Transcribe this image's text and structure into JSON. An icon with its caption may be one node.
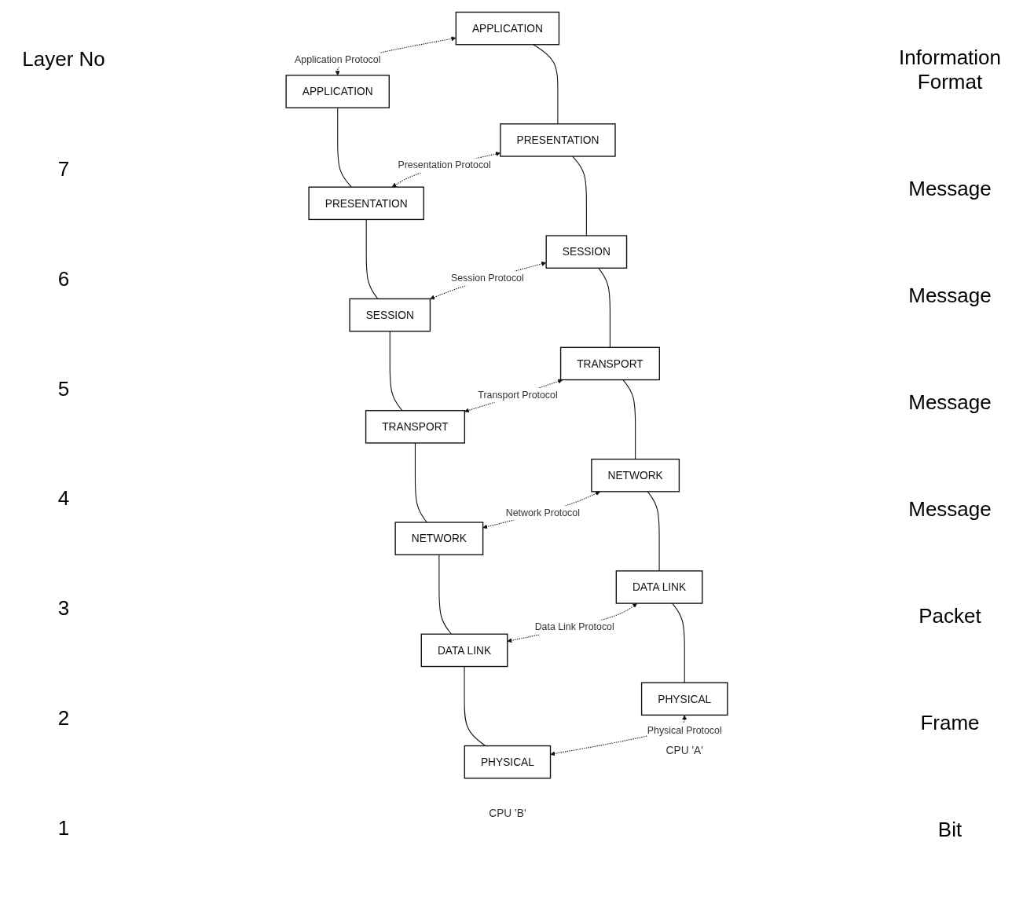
{
  "diagram": {
    "nodes": [
      {
        "text": [
          "APPLICATION"
        ]
      },
      {
        "text": [
          "PRESENTATION"
        ]
      },
      {
        "text": [
          "SESSION"
        ]
      },
      {
        "text": [
          "TRANSPORT"
        ]
      },
      {
        "text": [
          "NETWORK"
        ]
      },
      {
        "text": [
          "DATA LINK"
        ]
      },
      {
        "text": [
          "PHYSICAL"
        ],
        "beside": [
          "CPU 'A'"
        ]
      },
      {
        "text": [
          "APPLICATION"
        ]
      },
      {
        "text": [
          "PRESENTATION"
        ]
      },
      {
        "text": [
          "SESSION"
        ]
      },
      {
        "text": [
          "TRANSPORT"
        ]
      },
      {
        "text": [
          "NETWORK"
        ]
      },
      {
        "text": [
          "DATA LINK"
        ]
      },
      {
        "text": [
          "PHYSICAL"
        ],
        "beside": [
          "CPU 'B'"
        ]
      }
    ],
    "edges": [
      {
        "from": 0,
        "to": 1,
        "arrow": "none"
      },
      {
        "from": 1,
        "to": 2,
        "arrow": "none"
      },
      {
        "from": 2,
        "to": 3,
        "arrow": "none"
      },
      {
        "from": 3,
        "to": 4,
        "arrow": "none"
      },
      {
        "from": 4,
        "to": 5,
        "arrow": "none"
      },
      {
        "from": 5,
        "to": 6,
        "arrow": "none"
      },
      {
        "from": 7,
        "to": 8,
        "arrow": "none"
      },
      {
        "from": 8,
        "to": 9,
        "arrow": "none"
      },
      {
        "from": 9,
        "to": 10,
        "arrow": "none"
      },
      {
        "from": 10,
        "to": 11,
        "arrow": "none"
      },
      {
        "from": 11,
        "to": 12,
        "arrow": "none"
      },
      {
        "from": 12,
        "to": 13,
        "arrow": "none"
      },
      {
        "from": 0,
        "to": 7,
        "arrow": "both",
        "style": "dashed",
        "label": "Application Protocol"
      },
      {
        "from": 1,
        "to": 8,
        "arrow": "both",
        "style": "dashed",
        "label": "Presentation Protocol"
      },
      {
        "from": 2,
        "to": 9,
        "arrow": "both",
        "style": "dashed",
        "label": "Session Protocol"
      },
      {
        "from": 3,
        "to": 10,
        "arrow": "both",
        "style": "dashed",
        "label": "Transport Protocol"
      },
      {
        "from": 4,
        "to": 11,
        "arrow": "both",
        "style": "dashed",
        "label": "Network Protocol"
      },
      {
        "from": 5,
        "to": 12,
        "arrow": "both",
        "style": "dashed",
        "label": "Data Link Protocol"
      },
      {
        "from": 6,
        "to": 13,
        "arrow": "both",
        "style": "dashed",
        "label": "Physical Protocol"
      }
    ],
    "labels": [
      "Layer No",
      "Information Format",
      "7",
      "Message",
      "6",
      "Message",
      "5",
      "Message",
      "4",
      "Message",
      "3",
      "Packet",
      "2",
      "Frame",
      "1",
      "Bit"
    ]
  }
}
